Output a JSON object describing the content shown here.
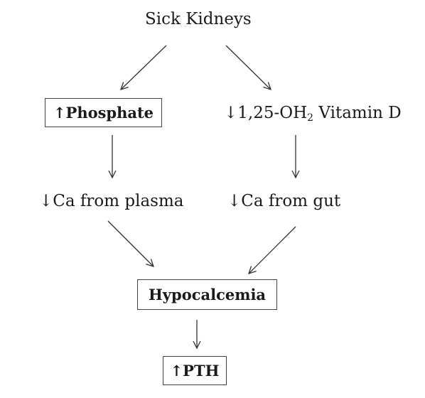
{
  "nodes": {
    "sick_kidneys": "Sick Kidneys",
    "phosphate": "↑Phosphate",
    "vitd_prefix": "↓1,25-OH",
    "vitd_sub": "2",
    "vitd_suffix": " Vitamin D",
    "ca_plasma": "↓Ca from plasma",
    "ca_gut": "↓Ca from gut",
    "hypocalcemia": "Hypocalcemia",
    "pth": "↑PTH"
  },
  "colors": {
    "text": "#1a1a1a",
    "arrow": "#333333",
    "box_border": "#444444"
  }
}
